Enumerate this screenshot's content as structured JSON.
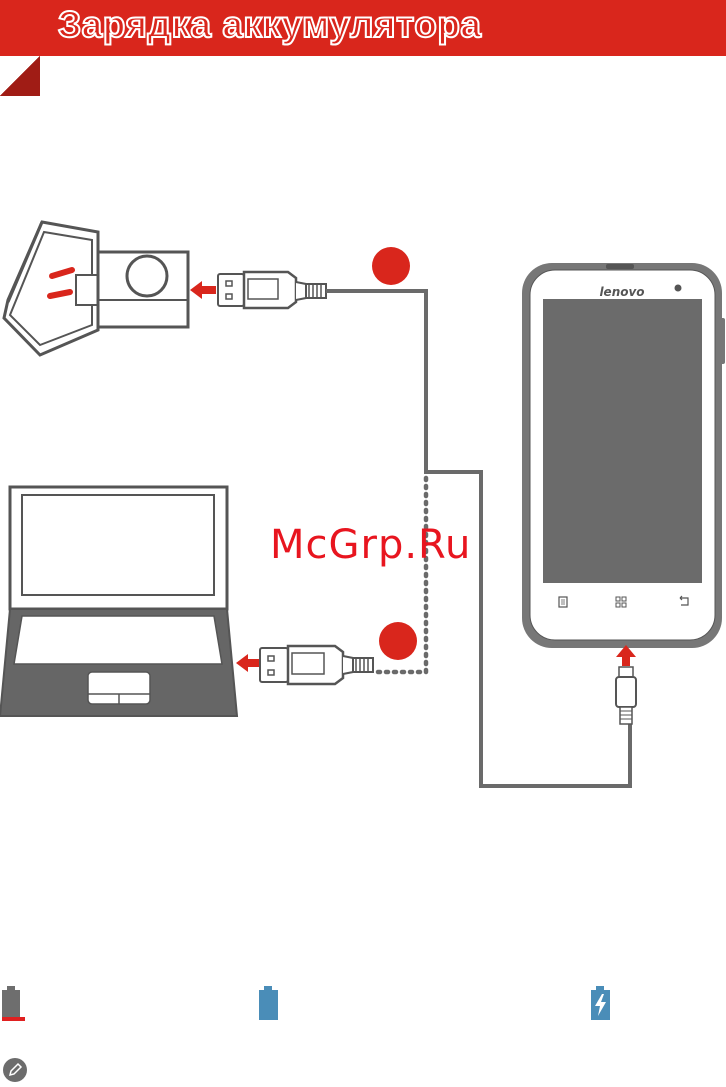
{
  "header": {
    "title": "Зарядка аккумулятора",
    "accent_color": "#d9261c"
  },
  "illustration": {
    "phone_brand": "lenovo",
    "watermark": "McGrp.Ru",
    "phone_nav_icons": [
      "menu-icon",
      "home-grid-icon",
      "back-icon"
    ],
    "connection_markers": [
      "wall-charger-connection",
      "computer-usb-connection"
    ]
  },
  "battery_status": [
    {
      "icon": "battery-low-icon",
      "color": "#6e6e6e",
      "indicator_color": "#e02020"
    },
    {
      "icon": "battery-full-icon",
      "color": "#4a8db8"
    },
    {
      "icon": "battery-charging-icon",
      "color": "#4a8db8"
    }
  ],
  "note": {
    "icon": "pencil-note-icon"
  }
}
